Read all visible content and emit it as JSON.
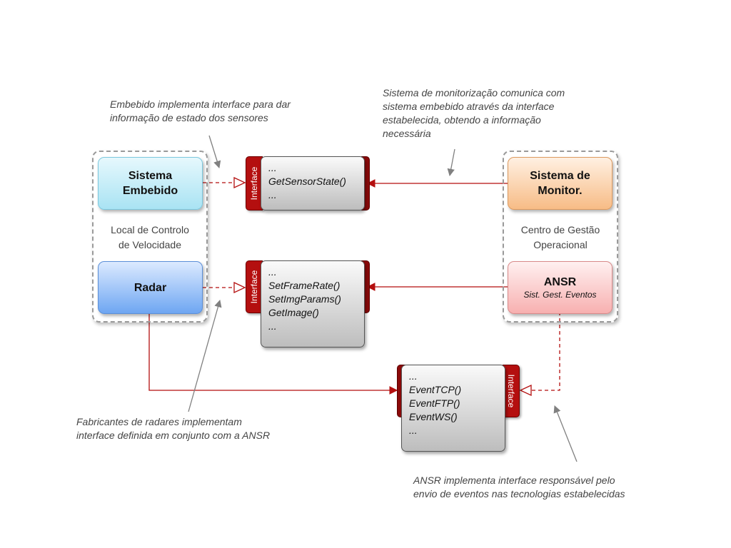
{
  "colors": {
    "connector_red": "#b40f0f",
    "annotation_gray": "#7f7f7f",
    "interface_tab": "#b40f0f"
  },
  "groups": {
    "left_label_lines": [
      "Local de Controlo",
      "de Velocidade"
    ],
    "right_label_lines": [
      "Centro de Gestão",
      "Operacional"
    ]
  },
  "systems": {
    "embebido_lines": [
      "Sistema",
      "Embebido"
    ],
    "radar": "Radar",
    "monitor_lines": [
      "Sistema de",
      "Monitor."
    ],
    "ansr_title": "ANSR",
    "ansr_subtitle": "Sist. Gest. Eventos"
  },
  "interfaces": {
    "sensor": {
      "tab": "Interface",
      "items": [
        "...",
        "GetSensorState()",
        "..."
      ]
    },
    "radar": {
      "tab": "Interface",
      "items": [
        "...",
        "SetFrameRate()",
        "SetImgParams()",
        "GetImage()",
        "..."
      ]
    },
    "events": {
      "tab": "Interface",
      "items": [
        "...",
        "EventTCP()",
        "EventFTP()",
        "EventWS()",
        "..."
      ]
    }
  },
  "annotations": {
    "embebido": [
      "Embebido implementa interface para dar",
      "informação de estado dos sensores"
    ],
    "monitor": [
      "Sistema de monitorização comunica com",
      "sistema embebido através da interface",
      "estabelecida, obtendo a informação",
      "necessária"
    ],
    "radares": [
      "Fabricantes de radares implementam",
      "interface definida em conjunto com a ANSR"
    ],
    "ansr": [
      "ANSR implementa interface responsável pelo",
      "envio  de eventos nas tecnologias estabelecidas"
    ]
  }
}
